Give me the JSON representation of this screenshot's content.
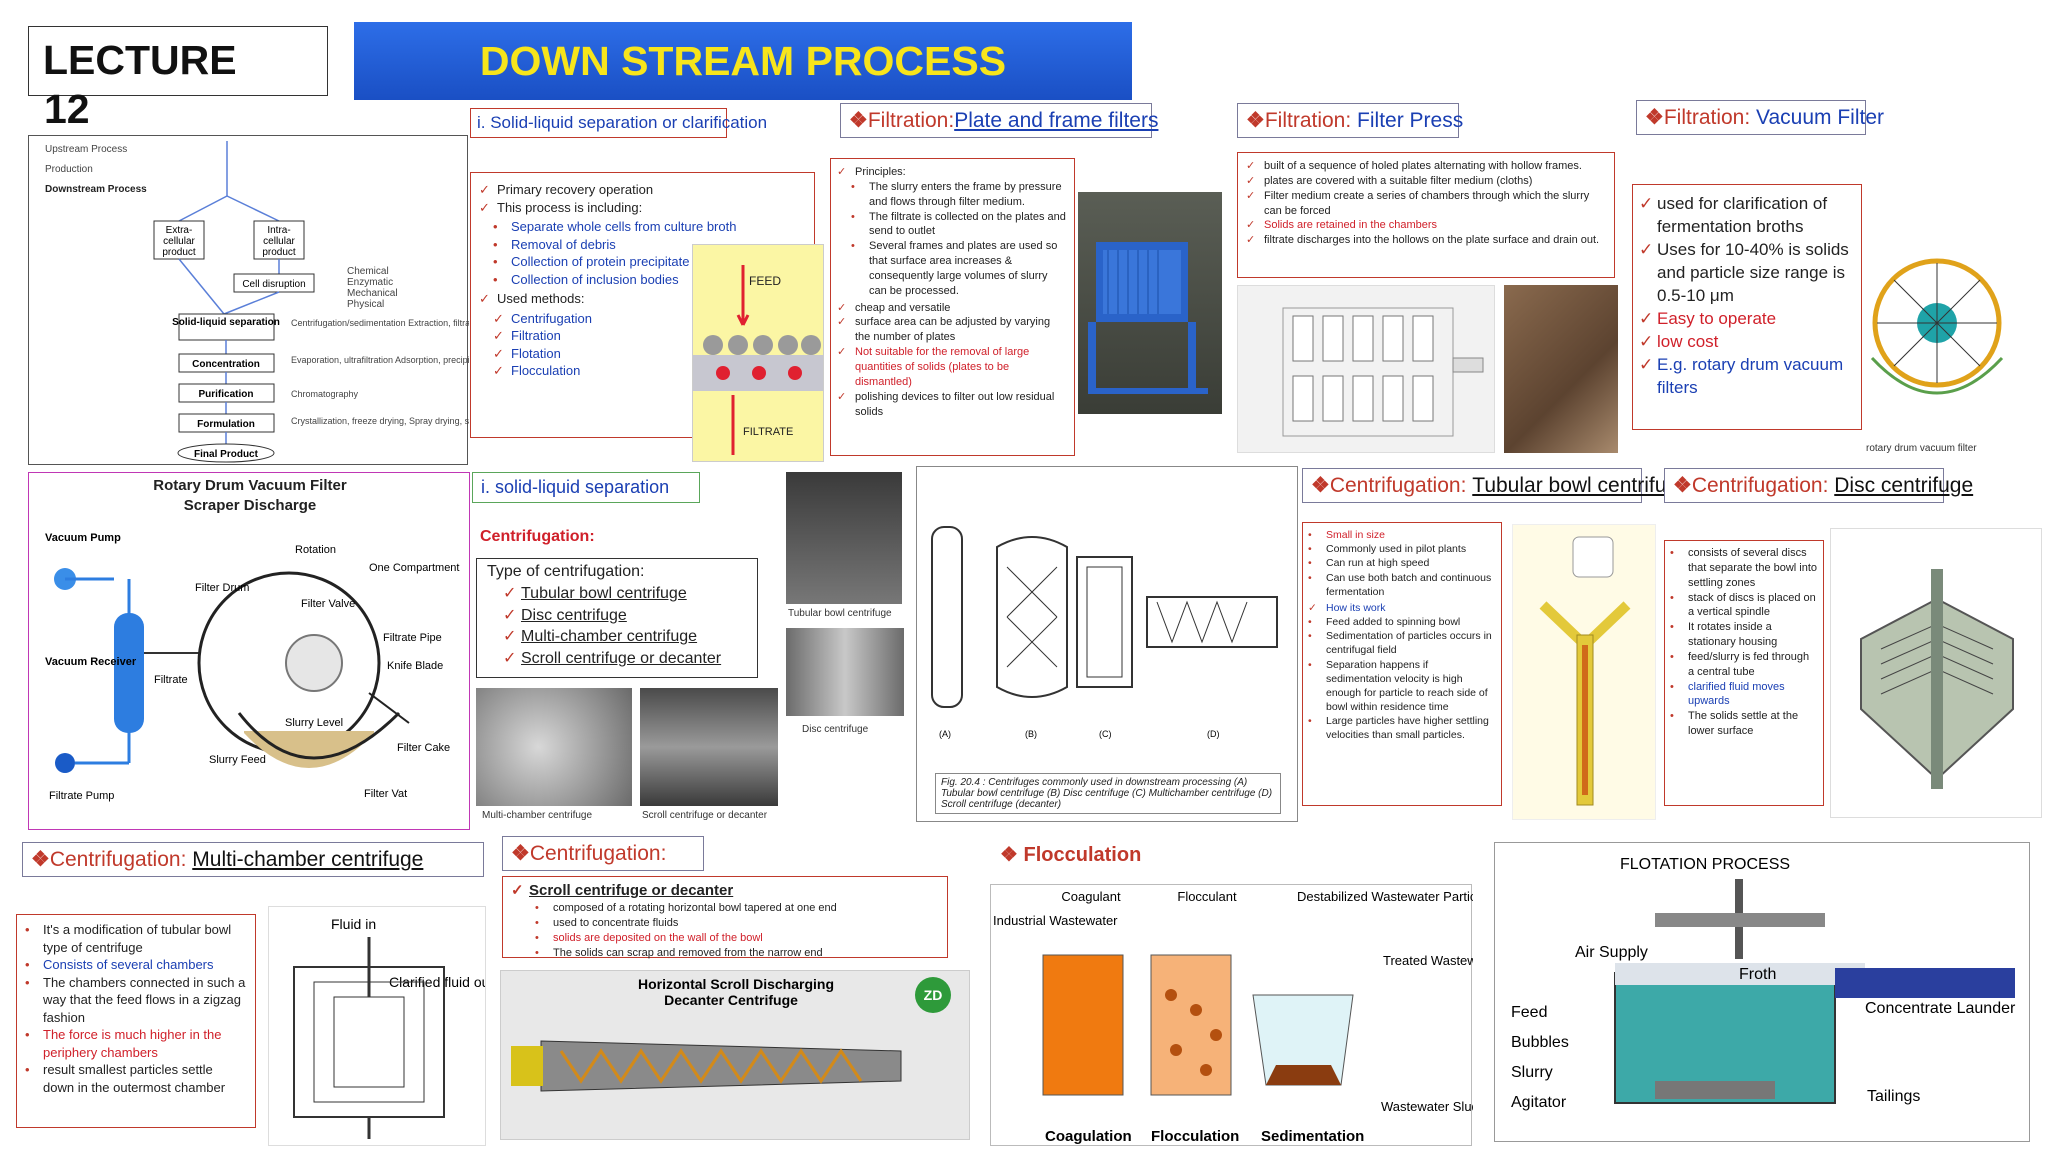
{
  "lecture": "LECTURE",
  "lecture_no": "12",
  "title": "DOWN STREAM PROCESS",
  "flowchart": {
    "up": "Upstream Process",
    "prod": "Production",
    "down": "Downstream Process",
    "extra": [
      "Extra-",
      "cellular",
      "product"
    ],
    "intra": [
      "Intra-",
      "cellular",
      "product"
    ],
    "cell": "Cell disruption",
    "cell_methods": [
      "Chemical",
      "Enzymatic",
      "Mechanical",
      "Physical"
    ],
    "steps": [
      "Solid-liquid separation",
      "Concentration",
      "Purification",
      "Formulation"
    ],
    "step_notes": [
      "Centrifugation/sedimentation Extraction, filtration",
      "Evaporation, ultrafiltration Adsorption, precipitation",
      "Chromatography",
      "Crystallization, freeze drying, Spray drying, sterile filtration"
    ],
    "final": "Final Product"
  },
  "slc": {
    "heading": "i.  Solid-liquid separation or clarification",
    "items": [
      "Primary recovery operation",
      "This process is including:"
    ],
    "sub": [
      "Separate whole cells from culture broth",
      "Removal of debris",
      "Collection of protein precipitate",
      "Collection of inclusion bodies"
    ],
    "methods_label": "Used methods:",
    "methods": [
      "Centrifugation",
      "Filtration",
      "Flotation",
      "Flocculation"
    ],
    "feed": "FEED",
    "filtrate": "FILTRATE"
  },
  "pf": {
    "k": "Filtration:",
    "t": "Plate and frame filters",
    "principles": "Principles:",
    "lines": [
      "The slurry enters the frame by pressure and flows through filter medium.",
      "The filtrate is collected on the plates and send to outlet",
      "Several frames and plates are used so that surface area increases & consequently large volumes of slurry can be processed."
    ],
    "checks": [
      "cheap and versatile",
      "surface area can be adjusted by varying the number of plates",
      "Not suitable for the removal of large quantities of solids (plates to be dismantled)",
      "polishing devices to filter out low residual solids"
    ]
  },
  "fp": {
    "k": "Filtration:",
    "t": "Filter Press",
    "items": [
      "built of a sequence of holed plates alternating with hollow frames.",
      "plates are covered with a suitable filter medium (cloths)",
      "Filter medium create a series of chambers through which the slurry can be forced",
      "Solids are retained in the chambers",
      "filtrate discharges into the hollows on the plate surface and drain out."
    ]
  },
  "vf": {
    "k": "Filtration:",
    "t": "Vacuum Filter",
    "items": [
      "used for clarification of fermentation broths",
      "Uses for 10-40% is solids and particle size range is 0.5-10 μm",
      "Easy to operate",
      "low cost",
      "E.g. rotary drum vacuum filters"
    ],
    "caption": "rotary drum vacuum filter"
  },
  "rdvf": {
    "title1": "Rotary Drum Vacuum Filter",
    "title2": "Scraper Discharge",
    "labels": [
      "Vacuum Pump",
      "Rotation",
      "One Compartment",
      "Filter Drum",
      "Filter Valve",
      "Filtrate Pipe",
      "Knife Blade",
      "Vacuum Receiver",
      "Filtrate",
      "Slurry Level",
      "Filter Cake",
      "Slurry Feed",
      "Filter Vat",
      "Filtrate Pump"
    ]
  },
  "sls": {
    "heading": "i.  solid-liquid separation",
    "cent": "Centrifugation:",
    "type": "Type of centrifugation:",
    "types": [
      "Tubular bowl centrifuge",
      "Disc centrifuge",
      "Multi-chamber centrifuge",
      "Scroll centrifuge or decanter"
    ],
    "cap_tub": "Tubular bowl centrifuge",
    "cap_disc": "Disc centrifuge",
    "cap_multi": "Multi-chamber centrifuge",
    "cap_scroll": "Scroll centrifuge or decanter"
  },
  "fig204": {
    "caption": "Fig. 20.4 : Centrifuges commonly used in downstream processing (A) Tubular bowl centrifuge (B) Disc centrifuge (C) Multichamber centrifuge (D) Scroll centrifuge (decanter)",
    "letters": [
      "(A)",
      "(B)",
      "(C)",
      "(D)"
    ]
  },
  "tb": {
    "k": "Centrifugation:",
    "t": "Tubular bowl centrifuge",
    "items": [
      "Small in size",
      "Commonly used in pilot plants",
      "Can run at high speed",
      "Can use both batch and continuous fermentation"
    ],
    "how": "How its work",
    "how_items": [
      "Feed added to spinning bowl",
      "Sedimentation of particles occurs in centrifugal field",
      "Separation happens if sedimentation velocity is high enough for particle to reach side of bowl within residence time",
      "Large particles have higher settling velocities than small particles."
    ]
  },
  "dc": {
    "k": "Centrifugation:",
    "t": "Disc centrifuge",
    "items": [
      "consists of several discs that separate the bowl into settling zones",
      "stack of discs is placed on a vertical spindle",
      "It rotates inside a stationary housing",
      "feed/slurry is fed through a central tube",
      "clarified fluid moves upwards",
      "The solids settle at the lower surface"
    ]
  },
  "mc": {
    "k": "Centrifugation:",
    "t": "Multi-chamber centrifuge",
    "items": [
      "It's a modification of tubular bowl type of centrifuge",
      "Consists of several chambers",
      "The chambers connected in such a way that the feed flows in a zigzag fashion",
      "The force is much higher in the periphery chambers",
      "result smallest particles settle down in the outermost chamber"
    ],
    "fluid_in": "Fluid in",
    "clarified": "Clarified fluid out"
  },
  "sc": {
    "k": "Centrifugation:",
    "t": "Scroll centrifuge or decanter",
    "lines": [
      "composed of a rotating horizontal bowl tapered at one end",
      "used to concentrate fluids",
      "solids are deposited on the wall of the bowl",
      "The solids can scrap and removed from the narrow end"
    ],
    "img_title1": "Horizontal  Scroll Discharging",
    "img_title2": "Decanter Centrifuge",
    "logo": "ZD"
  },
  "floc": {
    "heading": "Flocculation",
    "labels": [
      "Coagulant",
      "Flocculant",
      "Destabilized Wastewater Particles",
      "Industrial Wastewater",
      "Treated Wastewater",
      "Wastewater Sludge"
    ],
    "stages": [
      "Coagulation",
      "Flocculation",
      "Sedimentation"
    ]
  },
  "flot": {
    "title": "FLOTATION PROCESS",
    "labels": [
      "Air Supply",
      "Froth",
      "Feed",
      "Bubbles",
      "Slurry",
      "Agitator",
      "Concentrate Launder",
      "Tailings"
    ]
  },
  "colors": {
    "title_bar": "#1f5fd6",
    "title_text": "#f7e51b",
    "accent_red": "#c0392b",
    "accent_blue": "#1a3fb3"
  }
}
